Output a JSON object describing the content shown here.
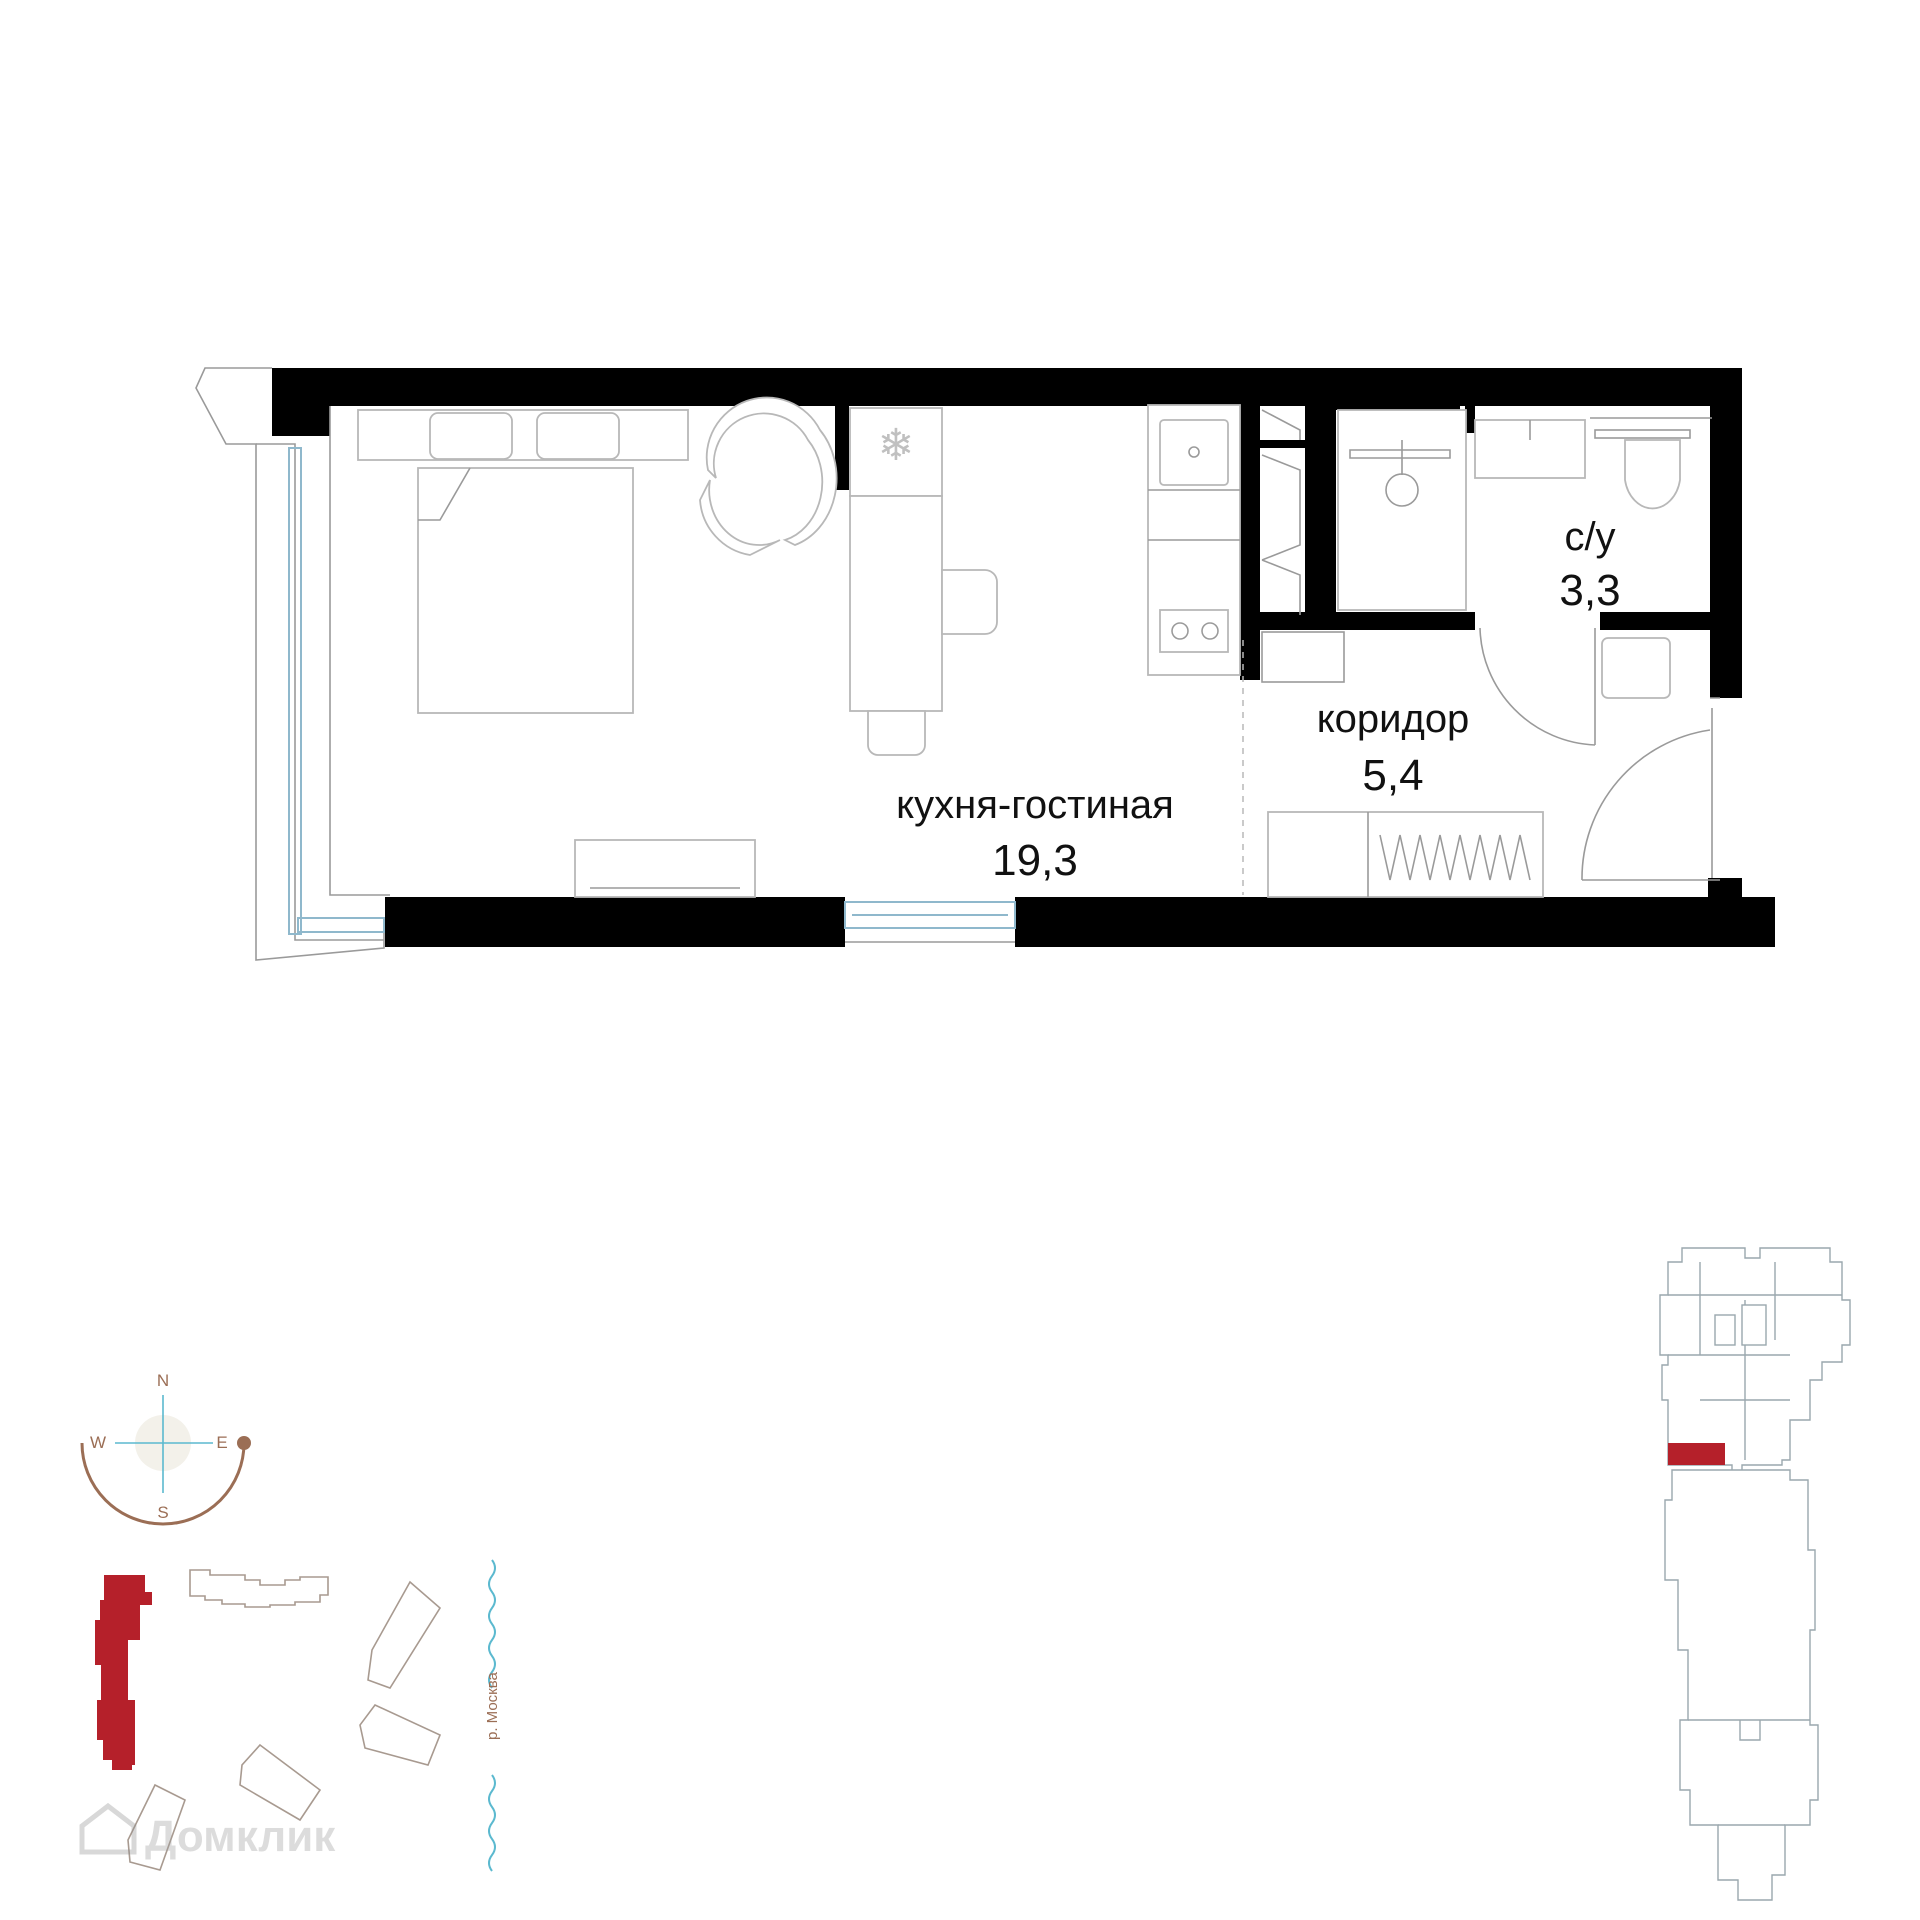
{
  "rooms": {
    "living": {
      "name": "кухня-гостиная",
      "area": "19,3"
    },
    "corridor": {
      "name": "коридор",
      "area": "5,4"
    },
    "bathroom": {
      "name": "с/у",
      "area": "3,3"
    }
  },
  "compass": {
    "north": "N",
    "south": "S",
    "east": "E",
    "west": "W"
  },
  "site_plan": {
    "river_label": "р. Москва"
  },
  "watermark": {
    "text": "Домклик"
  },
  "colors": {
    "wall": "#000000",
    "highlight": "#b5202a",
    "compass": "#9b6e55",
    "river": "#5bb9cf",
    "window": "#8fb8cc"
  }
}
